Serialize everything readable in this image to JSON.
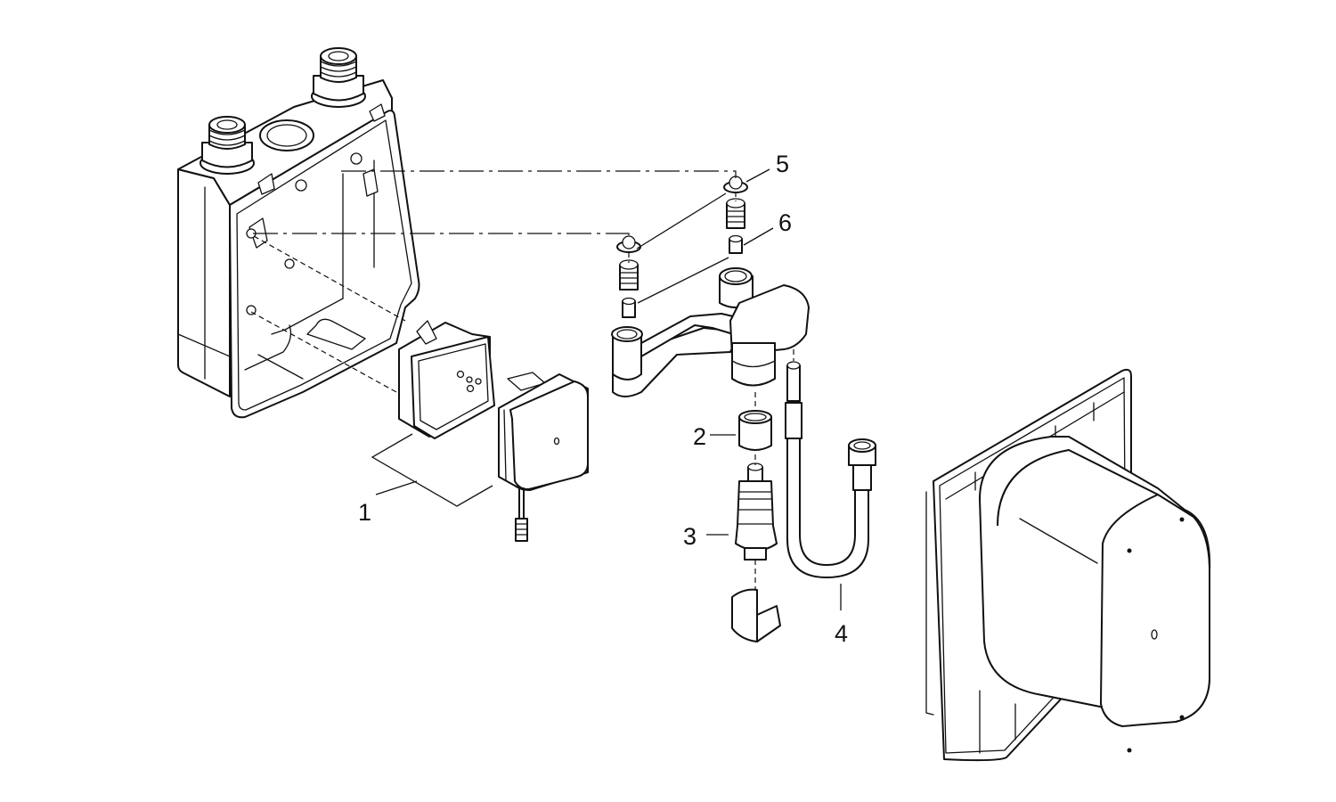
{
  "drawing": {
    "type": "exploded-view parts diagram",
    "background": "#ffffff",
    "line_color": "#111111"
  },
  "callouts": [
    {
      "id": "1",
      "label": "1",
      "part": "electronics-box-and-sensor-module"
    },
    {
      "id": "2",
      "label": "2",
      "part": "adapter-nut"
    },
    {
      "id": "3",
      "label": "3",
      "part": "thermostatic-cartridge"
    },
    {
      "id": "4",
      "label": "4",
      "part": "flexible-hose"
    },
    {
      "id": "5",
      "label": "5",
      "part": "strainer-filter"
    },
    {
      "id": "6",
      "label": "6",
      "part": "check-valve-insert"
    }
  ],
  "parts": {
    "mounting_box": "rough-in-mounting-box",
    "elbow": "mixing-elbow-body",
    "clip": "retaining-clip",
    "cover": "finished-cover-with-frame"
  }
}
